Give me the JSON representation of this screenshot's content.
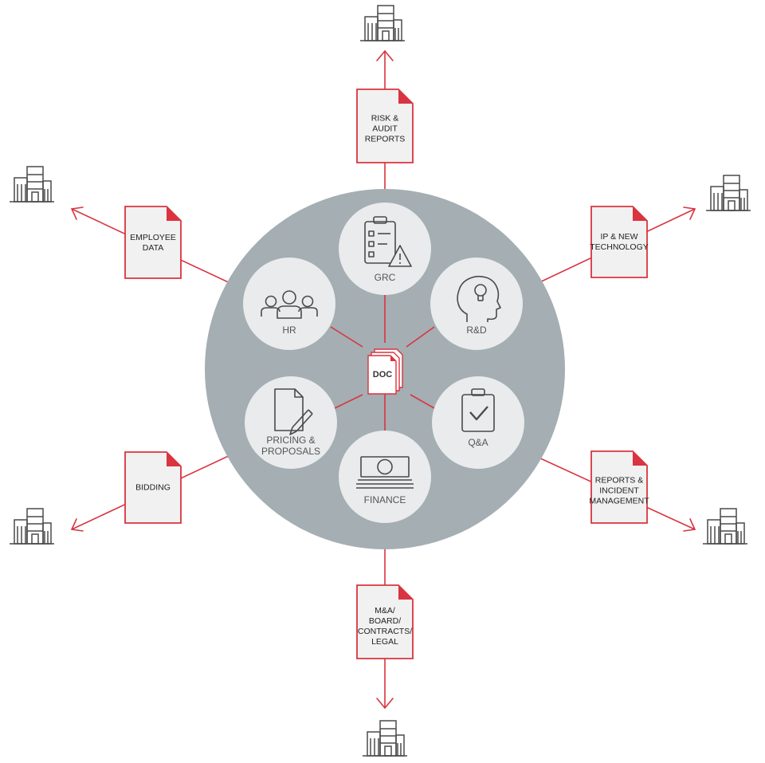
{
  "colors": {
    "accent": "#d9343f",
    "hub": "#a4aeb3",
    "node": "#e9ebec",
    "icon": "#4a4a4a",
    "doc_fill": "#f1f1f1"
  },
  "center": {
    "label": "DOC"
  },
  "departments": [
    {
      "id": "grc",
      "label": "GRC",
      "icon": "clipboard-warning-icon"
    },
    {
      "id": "rnd",
      "label": "R&D",
      "icon": "head-lightbulb-icon"
    },
    {
      "id": "qa",
      "label": "Q&A",
      "icon": "clipboard-check-icon"
    },
    {
      "id": "finance",
      "label": "FINANCE",
      "icon": "banknote-icon"
    },
    {
      "id": "pricing",
      "label": "PRICING &\nPROPOSALS",
      "icon": "document-dollar-pen-icon"
    },
    {
      "id": "hr",
      "label": "HR",
      "icon": "people-group-icon"
    }
  ],
  "documents": [
    {
      "id": "risk",
      "label": "RISK &\nAUDIT\nREPORTS"
    },
    {
      "id": "ip",
      "label": "IP & NEW\nTECHNOLOGY"
    },
    {
      "id": "reports",
      "label": "REPORTS &\nINCIDENT\nMANAGEMENT"
    },
    {
      "id": "ma",
      "label": "M&A/\nBOARD/\nCONTRACTS/\nLEGAL"
    },
    {
      "id": "bidding",
      "label": "BIDDING"
    },
    {
      "id": "employee",
      "label": "EMPLOYEE\nDATA"
    }
  ],
  "buildings": [
    {
      "id": "top",
      "icon": "office-building-icon"
    },
    {
      "id": "top-right",
      "icon": "office-building-icon"
    },
    {
      "id": "bottom-right",
      "icon": "office-building-icon"
    },
    {
      "id": "bottom",
      "icon": "office-building-icon"
    },
    {
      "id": "bottom-left",
      "icon": "office-building-icon"
    },
    {
      "id": "top-left",
      "icon": "office-building-icon"
    }
  ]
}
